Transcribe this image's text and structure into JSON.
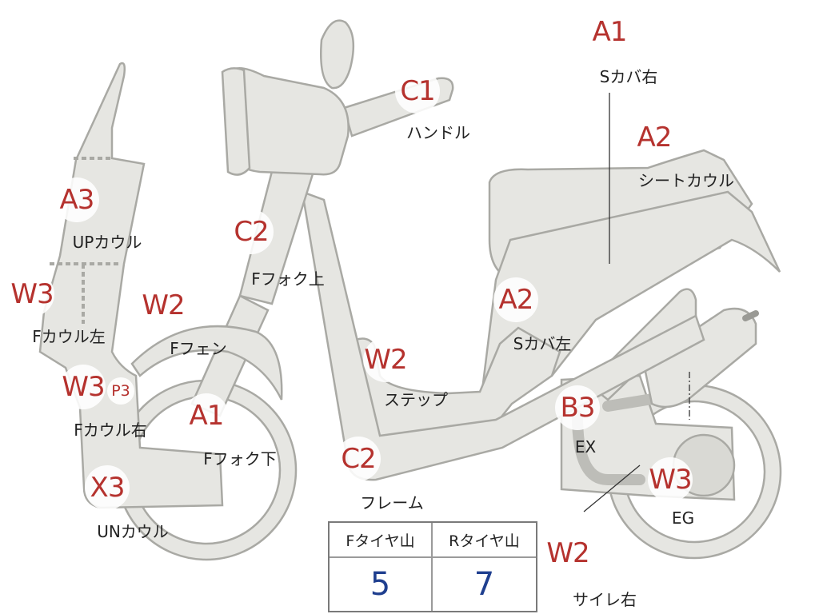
{
  "parts": [
    {
      "id": "s-cover-right",
      "grade": "A1",
      "label": "Sカバ右"
    },
    {
      "id": "handle",
      "grade": "C1",
      "label": "ハンドル"
    },
    {
      "id": "seat-cowl",
      "grade": "A2",
      "label": "シートカウル"
    },
    {
      "id": "up-cowl",
      "grade": "A3",
      "label": "UPカウル"
    },
    {
      "id": "f-fork-upper",
      "grade": "C2",
      "label": "Fフォク上"
    },
    {
      "id": "f-cowl-left",
      "grade": "W3",
      "label": "Fカウル左"
    },
    {
      "id": "f-fender",
      "grade": "W2",
      "label": "Fフェン"
    },
    {
      "id": "s-cover-left",
      "grade": "A2",
      "label": "Sカバ左"
    },
    {
      "id": "step",
      "grade": "W2",
      "label": "ステップ"
    },
    {
      "id": "f-cowl-right",
      "grade": "W3",
      "sub_grade": "P3",
      "label": "Fカウル右"
    },
    {
      "id": "f-fork-lower",
      "grade": "A1",
      "label": "Fフォク下"
    },
    {
      "id": "exhaust",
      "grade": "B3",
      "label": "EX"
    },
    {
      "id": "frame",
      "grade": "C2",
      "label": "フレーム"
    },
    {
      "id": "engine",
      "grade": "W3",
      "label": "EG"
    },
    {
      "id": "under-cowl",
      "grade": "X3",
      "label": "UNカウル"
    },
    {
      "id": "muffler-right",
      "grade": "W2",
      "label": "サイレ右"
    }
  ],
  "tread": {
    "front_header": "Fタイヤ山",
    "rear_header": "Rタイヤ山",
    "front_value": "5",
    "rear_value": "7"
  }
}
